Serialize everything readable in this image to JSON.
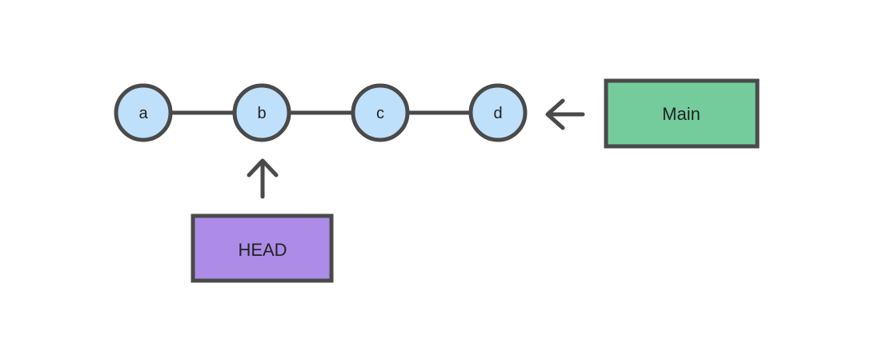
{
  "commits": [
    {
      "id": "a",
      "label": "a"
    },
    {
      "id": "b",
      "label": "b"
    },
    {
      "id": "c",
      "label": "c"
    },
    {
      "id": "d",
      "label": "d"
    }
  ],
  "refs": {
    "main": {
      "label": "Main",
      "points_to": "d"
    },
    "head": {
      "label": "HEAD",
      "points_to": "b"
    }
  },
  "colors": {
    "commit_fill": "#bfe0fb",
    "stroke": "#4a4a4a",
    "main_fill": "#74cc9d",
    "head_fill": "#ac8ce6",
    "background": "#ffffff"
  }
}
